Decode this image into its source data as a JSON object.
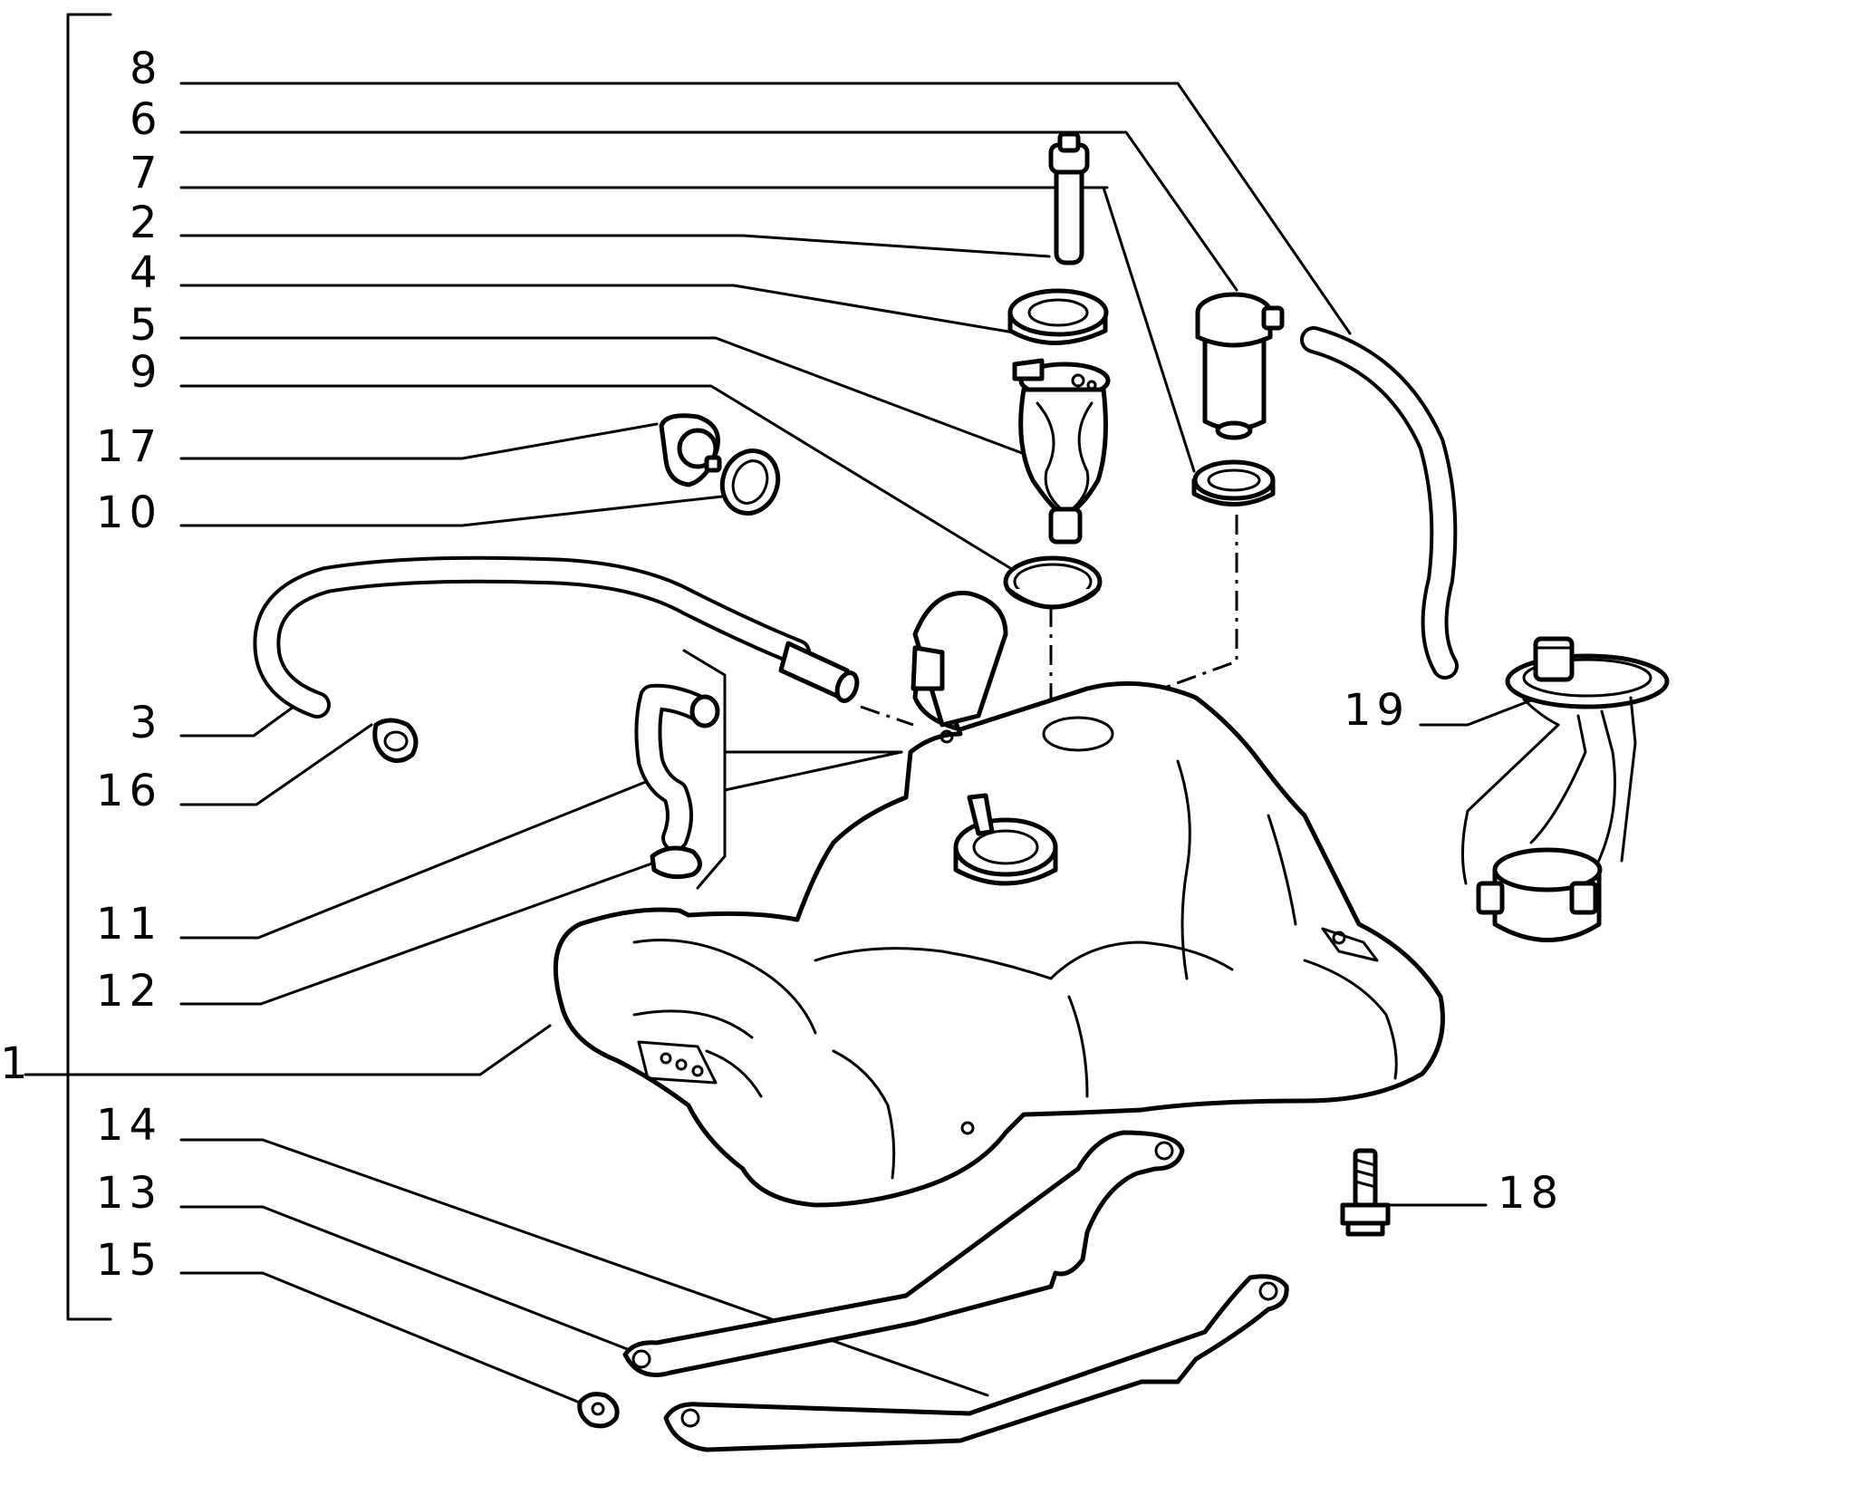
{
  "diagram": {
    "callouts": [
      {
        "id": "8",
        "text": "8"
      },
      {
        "id": "6",
        "text": "6"
      },
      {
        "id": "7",
        "text": "7"
      },
      {
        "id": "2",
        "text": "2"
      },
      {
        "id": "4",
        "text": "4"
      },
      {
        "id": "5",
        "text": "5"
      },
      {
        "id": "9",
        "text": "9"
      },
      {
        "id": "17",
        "text": "17"
      },
      {
        "id": "10",
        "text": "10"
      },
      {
        "id": "3",
        "text": "3"
      },
      {
        "id": "16",
        "text": "16"
      },
      {
        "id": "11",
        "text": "11"
      },
      {
        "id": "12",
        "text": "12"
      },
      {
        "id": "1",
        "text": "1"
      },
      {
        "id": "14",
        "text": "14"
      },
      {
        "id": "13",
        "text": "13"
      },
      {
        "id": "15",
        "text": "15"
      },
      {
        "id": "19",
        "text": "19"
      },
      {
        "id": "18",
        "text": "18"
      }
    ]
  }
}
